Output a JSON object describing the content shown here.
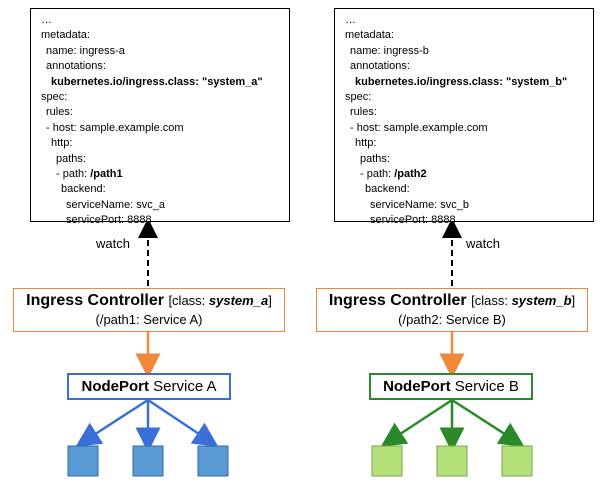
{
  "left": {
    "yaml_lines": [
      {
        "text": "…",
        "indent": 0,
        "bold": false
      },
      {
        "text": "metadata:",
        "indent": 0,
        "bold": false
      },
      {
        "text": "name: ingress-a",
        "indent": 1,
        "bold": false
      },
      {
        "text": "annotations:",
        "indent": 1,
        "bold": false
      },
      {
        "text": "kubernetes.io/ingress.class: \"system_a\"",
        "indent": 2,
        "bold": true
      },
      {
        "text": "spec:",
        "indent": 0,
        "bold": false
      },
      {
        "text": "rules:",
        "indent": 1,
        "bold": false
      },
      {
        "text": "- host: sample.example.com",
        "indent": 1,
        "bold": false
      },
      {
        "text": "http:",
        "indent": 2,
        "bold": false
      },
      {
        "text": "paths:",
        "indent": 3,
        "bold": false
      },
      {
        "text": "- path: /path1",
        "indent": 3,
        "bold": false,
        "bold_suffix": "/path1"
      },
      {
        "text": "backend:",
        "indent": 4,
        "bold": false
      },
      {
        "text": "serviceName: svc_a",
        "indent": 5,
        "bold": false
      },
      {
        "text": "servicePort: 8888",
        "indent": 5,
        "bold": false
      }
    ],
    "watch": "watch",
    "controller": {
      "title": "Ingress Controller",
      "class_prefix": "[class: ",
      "class_value": "system_a",
      "class_suffix": "]",
      "route": "(/path1: Service A)"
    },
    "service": {
      "keyword": "NodePort",
      "name": " Service A"
    },
    "pod_color": "#5b9bd5",
    "arrow_color": "#3a6fd8"
  },
  "right": {
    "yaml_lines": [
      {
        "text": "…",
        "indent": 0,
        "bold": false
      },
      {
        "text": "metadata:",
        "indent": 0,
        "bold": false
      },
      {
        "text": "name: ingress-b",
        "indent": 1,
        "bold": false
      },
      {
        "text": "annotations:",
        "indent": 1,
        "bold": false
      },
      {
        "text": "kubernetes.io/ingress.class: \"system_b\"",
        "indent": 2,
        "bold": true
      },
      {
        "text": "spec:",
        "indent": 0,
        "bold": false
      },
      {
        "text": "rules:",
        "indent": 1,
        "bold": false
      },
      {
        "text": "- host: sample.example.com",
        "indent": 1,
        "bold": false
      },
      {
        "text": "http:",
        "indent": 2,
        "bold": false
      },
      {
        "text": "paths:",
        "indent": 3,
        "bold": false
      },
      {
        "text": "- path: /path2",
        "indent": 3,
        "bold": false,
        "bold_suffix": "/path2"
      },
      {
        "text": "backend:",
        "indent": 4,
        "bold": false
      },
      {
        "text": "serviceName: svc_b",
        "indent": 5,
        "bold": false
      },
      {
        "text": "servicePort: 8888",
        "indent": 5,
        "bold": false
      }
    ],
    "watch": "watch",
    "controller": {
      "title": "Ingress Controller",
      "class_prefix": "[class: ",
      "class_value": "system_b",
      "class_suffix": "]",
      "route": "(/path2: Service B)"
    },
    "service": {
      "keyword": "NodePort",
      "name": " Service B"
    },
    "pod_color": "#b4e07a",
    "arrow_color": "#2a8a2a"
  },
  "controller_arrow_color": "#f0883b"
}
